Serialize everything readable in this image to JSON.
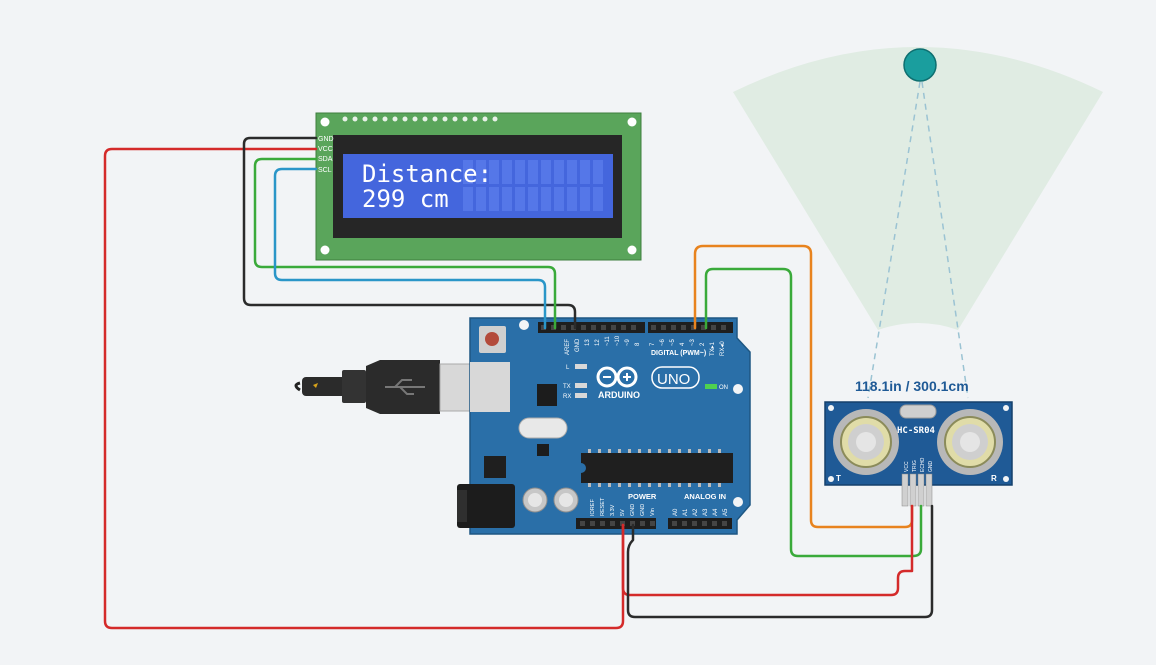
{
  "lcd": {
    "line1": "Distance:",
    "line2": "299 cm",
    "pins": [
      "GND",
      "VCC",
      "SDA",
      "SCL"
    ]
  },
  "sensor": {
    "reading": "118.1in / 300.1cm",
    "model": "HC-SR04",
    "pins": [
      "VCC",
      "TRIG",
      "ECHO",
      "GND"
    ],
    "t_label": "T",
    "r_label": "R"
  },
  "arduino": {
    "name": "UNO",
    "brand": "ARDUINO",
    "digital_label": "DIGITAL (PWM~)",
    "power_label": "POWER",
    "analog_label": "ANALOG IN",
    "on_label": "ON",
    "led_l": "L",
    "led_tx": "TX",
    "led_rx": "RX",
    "digital_pins": [
      "AREF",
      "GND",
      "13",
      "12",
      "~11",
      "~10",
      "~9",
      "8",
      "7",
      "~6",
      "~5",
      "4",
      "~3",
      "2",
      "TX▸1",
      "RX◂0"
    ],
    "power_pins": [
      "IOREF",
      "RESET",
      "3.3V",
      "5V",
      "GND",
      "GND",
      "Vin"
    ],
    "analog_pins": [
      "A0",
      "A1",
      "A2",
      "A3",
      "A4",
      "A5"
    ]
  },
  "colors": {
    "background": "#f2f4f6",
    "lcd_board": "#5aa55b",
    "lcd_screen": "#4466dd",
    "arduino_board": "#2a6fa8",
    "sensor_board": "#1f5a96",
    "wire_red": "#d42a2a",
    "wire_black": "#2b2b2b",
    "wire_green": "#3aaa3a",
    "wire_blue": "#2a96c8",
    "wire_orange": "#e8831e",
    "range_fill": "#e0ece3",
    "target": "#1a9e9e"
  }
}
